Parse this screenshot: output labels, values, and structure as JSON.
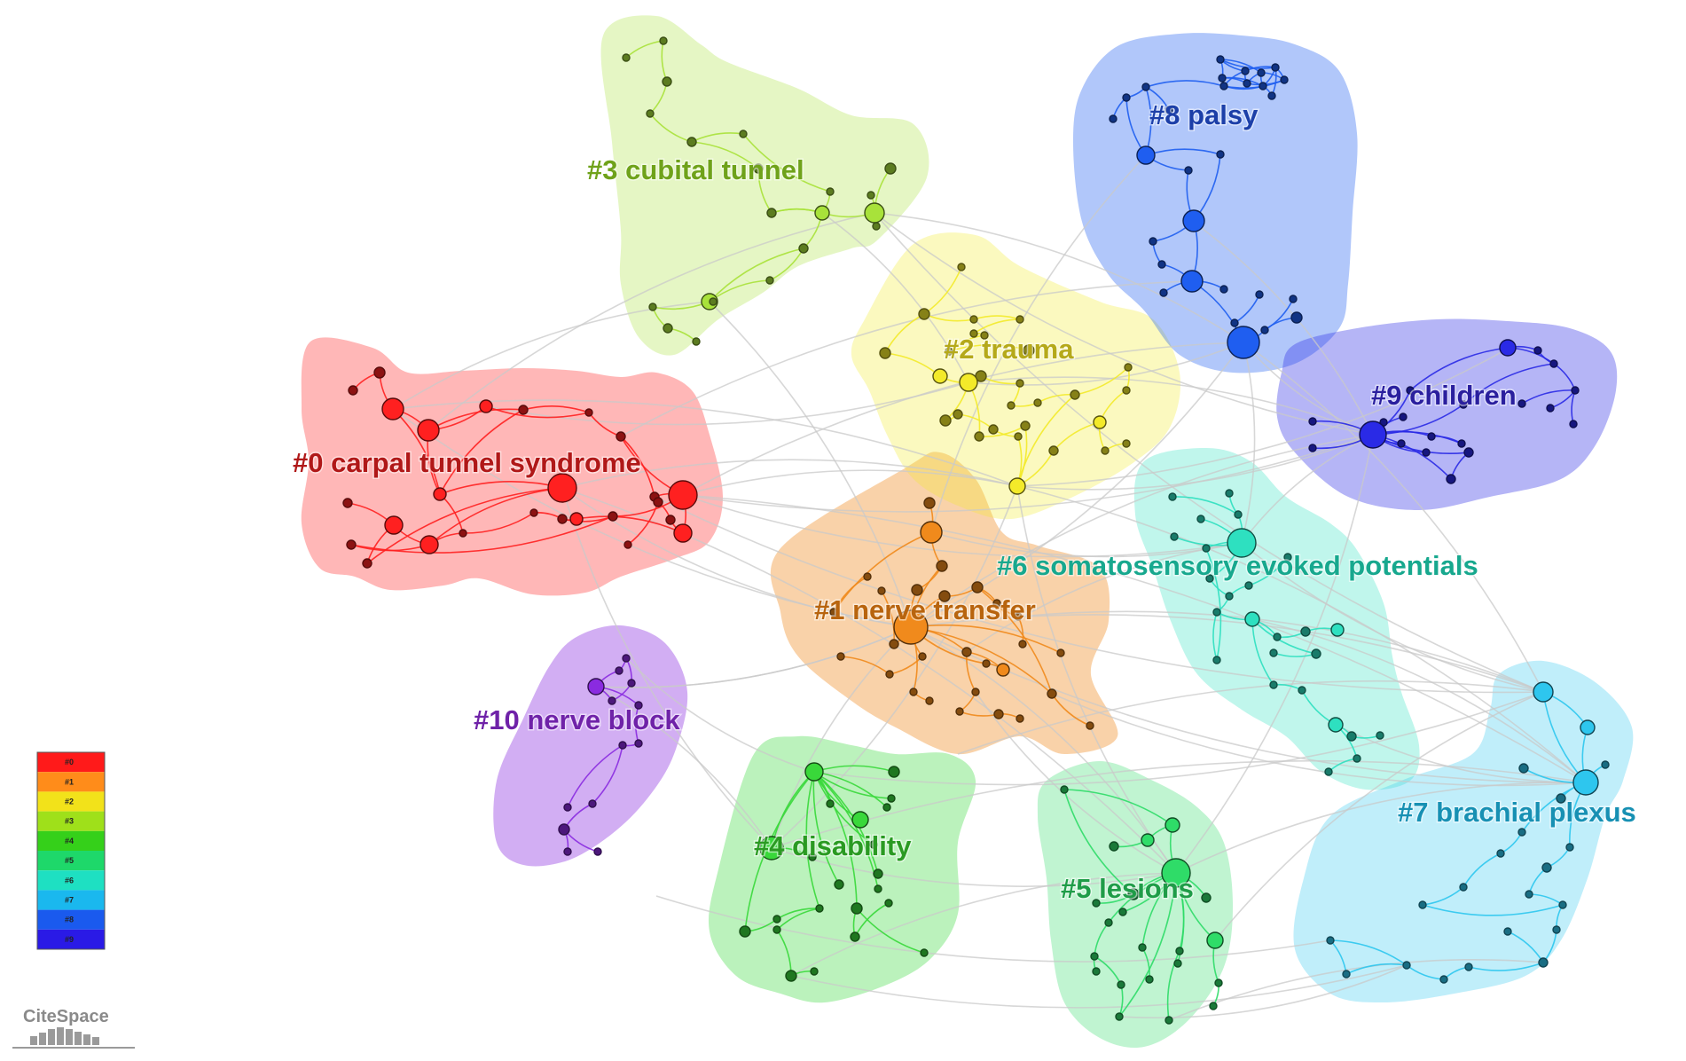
{
  "clusters": [
    {
      "id": 0,
      "label": "#0 carpal tunnel syndrome",
      "color": "#ff2020",
      "text_color": "#b01818"
    },
    {
      "id": 1,
      "label": "#1 nerve transfer",
      "color": "#f08a1c",
      "text_color": "#b8640e"
    },
    {
      "id": 2,
      "label": "#2 trauma",
      "color": "#f3ea2a",
      "text_color": "#b5a91a"
    },
    {
      "id": 3,
      "label": "#3 cubital tunnel",
      "color": "#a8e23a",
      "text_color": "#6fa21a"
    },
    {
      "id": 4,
      "label": "#4 disability",
      "color": "#39d83a",
      "text_color": "#2a9a22"
    },
    {
      "id": 5,
      "label": "#5 lesions",
      "color": "#2fdc68",
      "text_color": "#1f9c48"
    },
    {
      "id": 6,
      "label": "#6 somatosensory evoked potentials",
      "color": "#2ee0c0",
      "text_color": "#17a88e"
    },
    {
      "id": 7,
      "label": "#7 brachial plexus",
      "color": "#2ec6ee",
      "text_color": "#1790b3"
    },
    {
      "id": 8,
      "label": "#8 palsy",
      "color": "#1f5ef0",
      "text_color": "#1c3fa8"
    },
    {
      "id": 9,
      "label": "#9 children",
      "color": "#2a2ae6",
      "text_color": "#2a1f9e"
    },
    {
      "id": 10,
      "label": "#10 nerve block",
      "color": "#8a2be0",
      "text_color": "#6f22a8"
    }
  ],
  "legend": {
    "items": [
      "#0",
      "#1",
      "#2",
      "#3",
      "#4",
      "#5",
      "#6",
      "#7",
      "#8",
      "#9"
    ],
    "colors": [
      "#ff1a1a",
      "#ff8c1a",
      "#f2e21a",
      "#9fe01a",
      "#35d01a",
      "#1ed86a",
      "#1ee0c2",
      "#1ab8ee",
      "#1a5aee",
      "#2a1ae6"
    ]
  },
  "logo": {
    "text": "CiteSpace"
  }
}
